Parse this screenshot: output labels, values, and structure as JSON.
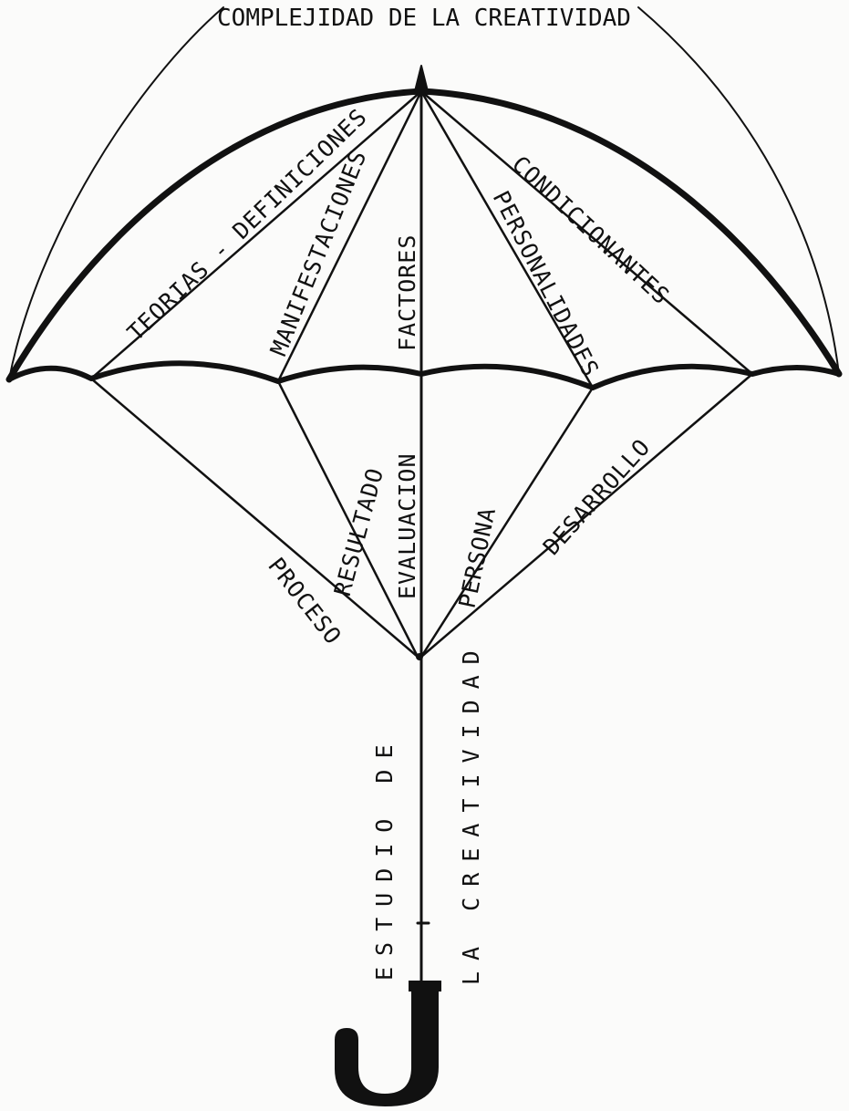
{
  "title": "COMPLEJIDAD DE LA CREATIVIDAD",
  "upper_panels": {
    "left": "TEORIAS - DEFINICIONES",
    "center_left": "MANIFESTACIONES",
    "center": "FACTORES",
    "center_right": "PERSONALIDADES",
    "right": "CONDICIONANTES"
  },
  "lower_panels": {
    "proceso": "PROCESO",
    "resultado": "RESULTADO",
    "evaluacion": "EVALUACION",
    "persona": "PERSONA",
    "desarrollo": "DESARROLLO"
  },
  "shaft": {
    "left_column": "ESTUDIO DE",
    "right_column": "LA CREATIVIDAD"
  },
  "colors": {
    "ink": "#111111",
    "paper": "#fbfbfa"
  }
}
